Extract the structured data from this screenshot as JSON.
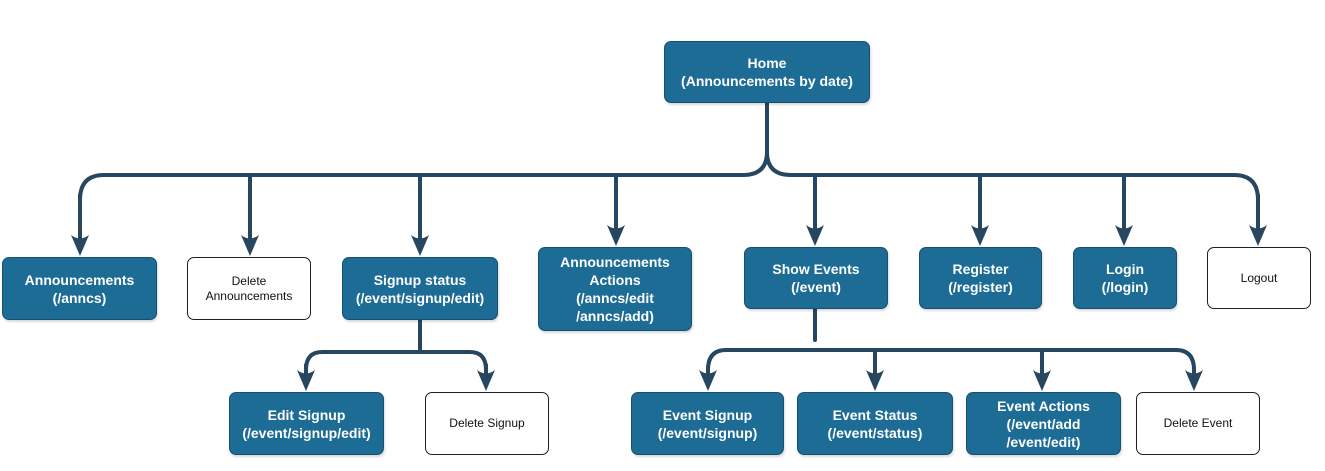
{
  "nodes": {
    "home": "Home\n(Announcements by date)",
    "announcements": "Announcements\n(/anncs)",
    "delete_announcements": "Delete\nAnnouncements",
    "signup_status": "Signup status\n(/event/signup/edit)",
    "announcements_actions": "Announcements\nActions\n(/anncs/edit\n/anncs/add)",
    "show_events": "Show Events\n(/event)",
    "register": "Register\n(/register)",
    "login": "Login\n(/login)",
    "logout": "Logout",
    "edit_signup": "Edit Signup\n(/event/signup/edit)",
    "delete_signup": "Delete Signup",
    "event_signup": "Event Signup\n(/event/signup)",
    "event_status": "Event Status\n(/event/status)",
    "event_actions": "Event Actions\n(/event/add\n/event/edit)",
    "delete_event": "Delete Event"
  },
  "colors": {
    "node_fill": "#1d6c96",
    "connector": "#27465f",
    "outline_border": "#1f1f1f"
  }
}
